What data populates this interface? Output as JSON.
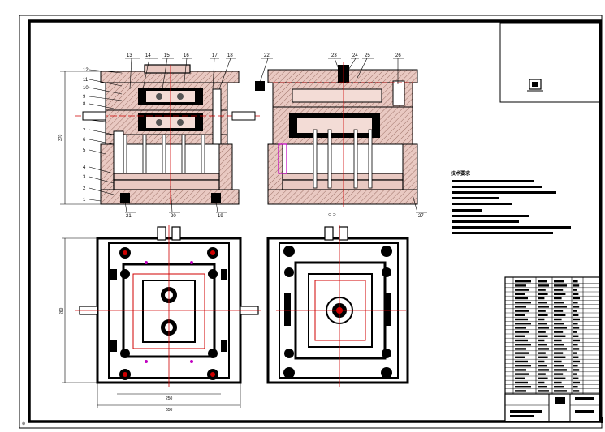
{
  "section_view": {
    "part_numbers_left": [
      "12",
      "11",
      "10",
      "9",
      "8",
      "7",
      "6",
      "5",
      "4",
      "3",
      "2",
      "1"
    ],
    "part_numbers_top": [
      "13",
      "14",
      "15",
      "16",
      "17",
      "18"
    ],
    "part_numbers_bottom": [
      "21",
      "20",
      "19"
    ],
    "height_dim": "370"
  },
  "side_view": {
    "part_numbers_top": [
      "22",
      "23",
      "24",
      "25",
      "26"
    ],
    "part_numbers_bottom": [
      "27"
    ]
  },
  "plan_view": {
    "height_dim": "260",
    "width_inner_dim": "250",
    "width_outer_dim": "350"
  },
  "tech_requirements": {
    "title": "技术要求"
  },
  "colors": {
    "plate": "#e9c9c2",
    "centerline": "#d00000",
    "accent": "#c000c0"
  }
}
